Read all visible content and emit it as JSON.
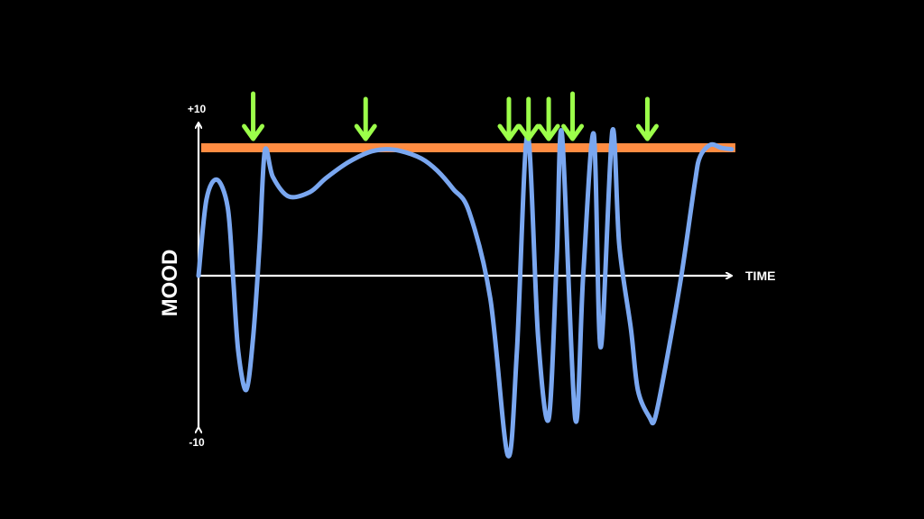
{
  "colors": {
    "background": "#000000",
    "axis": "#ffffff",
    "mood_line": "#7aa7f0",
    "threshold_line": "#ff8c42",
    "arrow": "#9cff4a"
  },
  "chart_data": {
    "type": "line",
    "xlabel": "TIME",
    "ylabel": "MOOD",
    "ylim": [
      -10,
      10
    ],
    "y_ticks": [
      "+10",
      "-10"
    ],
    "x_range": [
      0,
      100
    ],
    "series": [
      {
        "x": [
          0,
          1.5,
          3.5,
          5.5,
          6.5,
          7.5,
          9,
          10.3,
          11.5,
          12.5,
          14,
          17,
          21,
          24,
          28,
          32,
          35,
          38,
          42,
          45,
          48,
          51,
          55,
          58.3,
          60,
          62,
          64,
          66,
          67.5,
          68.5,
          71,
          72.5,
          74.5,
          75.8,
          78,
          79.3,
          81.5,
          82.8,
          85,
          86,
          88,
          91,
          93.5,
          94.5,
          96.5,
          98.5,
          100.5
        ],
        "values": [
          0,
          5,
          6.3,
          4.5,
          0,
          -5,
          -7.5,
          -4,
          2,
          8.2,
          6.5,
          5.2,
          5.5,
          6.4,
          7.4,
          8.1,
          8.3,
          8.2,
          7.7,
          6.9,
          5.7,
          4.2,
          -1.5,
          -11.8,
          -5,
          9.3,
          -4,
          -9.4,
          1,
          9.3,
          -9.4,
          0,
          9.3,
          -4.7,
          9.5,
          2,
          -3.5,
          -7.5,
          -9.3,
          -9.4,
          -6,
          0,
          6,
          7.8,
          8.6,
          8.4,
          8.3
        ]
      }
    ],
    "threshold": {
      "value": 8.4,
      "x_start": 0.5,
      "x_end": 100.5
    },
    "arrows_at_x": [
      10.3,
      31.5,
      58.5,
      62.2,
      66,
      70.5,
      84.6
    ]
  }
}
